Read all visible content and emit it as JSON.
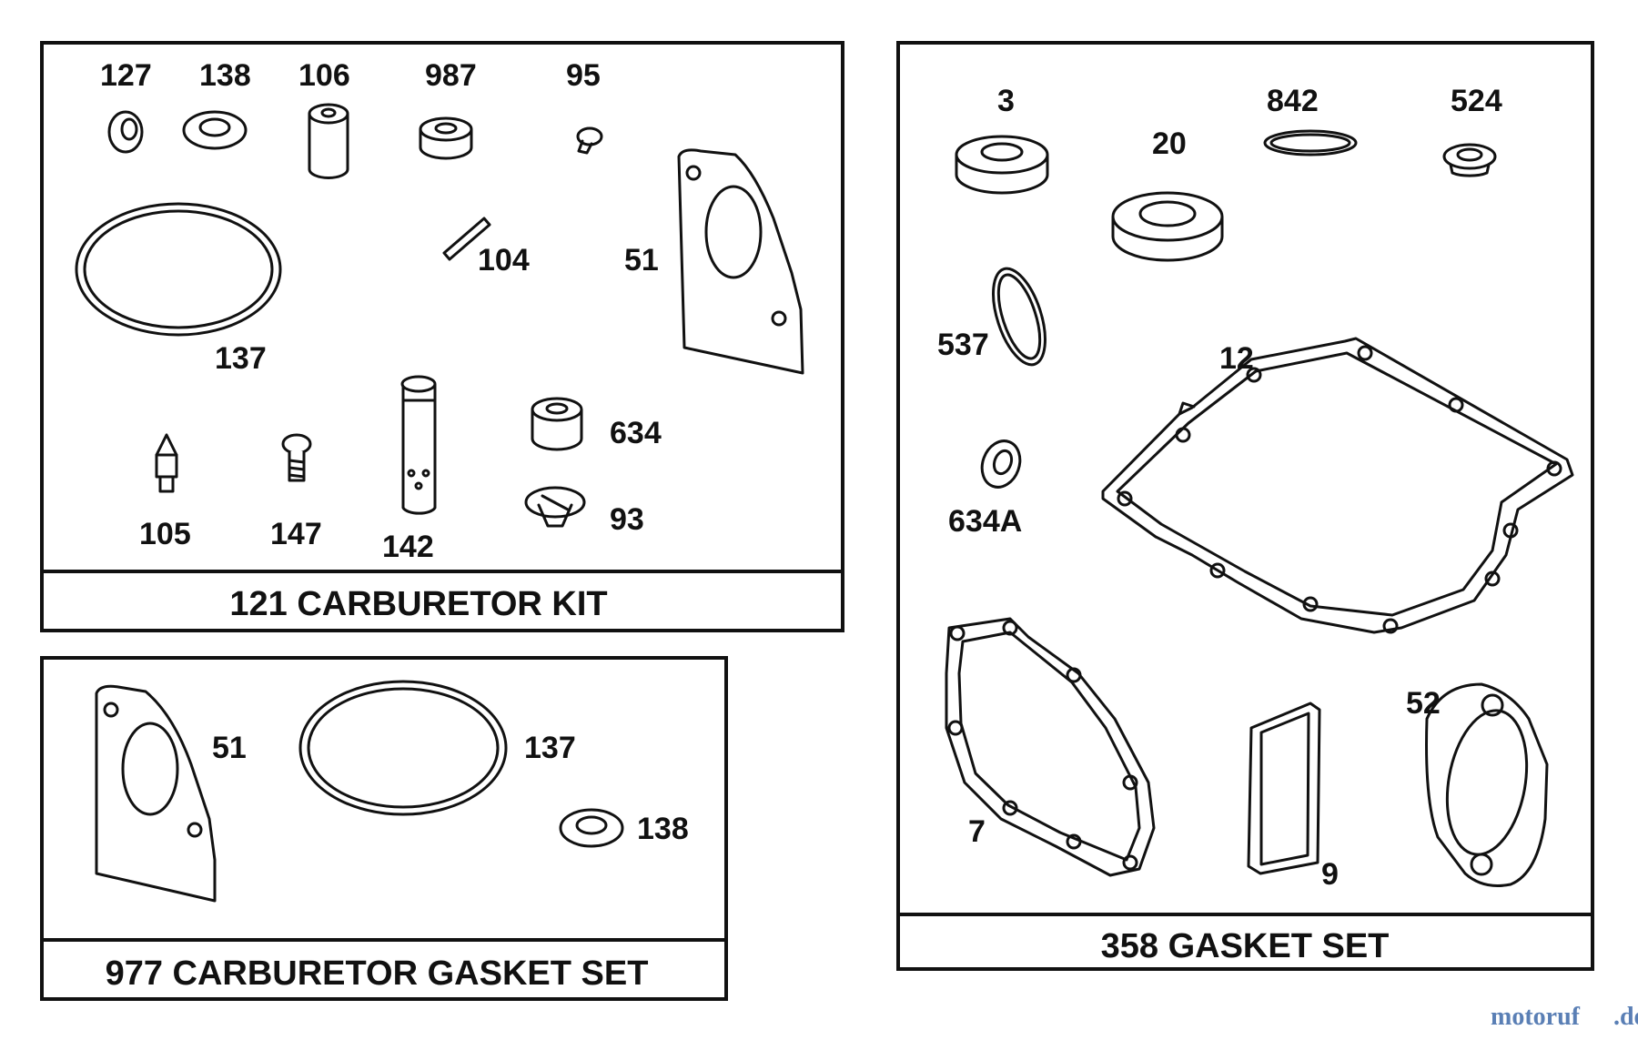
{
  "panels": {
    "carb_kit": {
      "title": "121 CARBURETOR KIT",
      "labels": [
        "127",
        "138",
        "106",
        "987",
        "95",
        "104",
        "51",
        "137",
        "634",
        "105",
        "147",
        "142",
        "93"
      ]
    },
    "carb_gasket": {
      "title": "977 CARBURETOR GASKET SET",
      "labels": [
        "51",
        "137",
        "138"
      ]
    },
    "gasket_set": {
      "title": "358 GASKET SET",
      "labels": [
        "3",
        "842",
        "524",
        "20",
        "537",
        "12",
        "634A",
        "7",
        "9",
        "52"
      ]
    }
  },
  "watermark": {
    "text": "motoruf",
    "suffix": ".de",
    "color": "#5a7fb5",
    "accent": "#e07a1a"
  }
}
